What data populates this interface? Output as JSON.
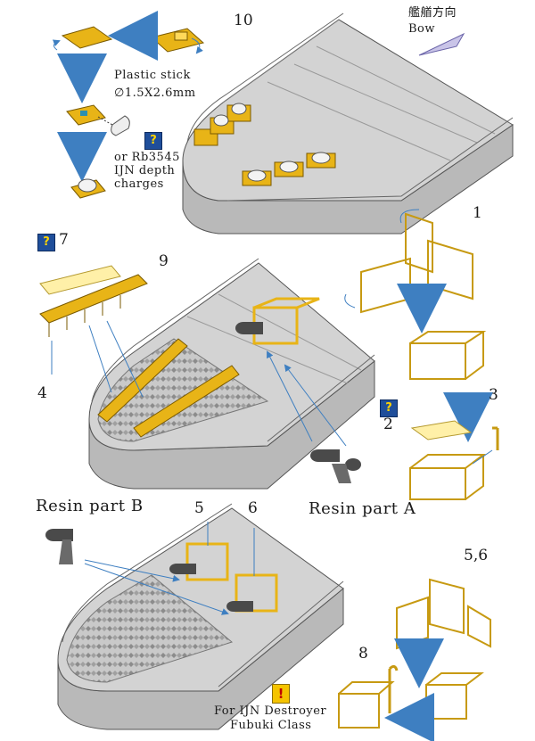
{
  "labels": {
    "n10": "10",
    "plastic_stick": "Plastic stick",
    "stick_dims": "∅1.5X2.6mm",
    "or_rb": "or Rb3545",
    "ijn_depth": "IJN depth",
    "charges": "charges",
    "bow_cn": "艦艏方向",
    "bow": "Bow",
    "n7": "7",
    "n9": "9",
    "n4": "4",
    "n1": "1",
    "n2": "2",
    "n3": "3",
    "resin_a": "Resin part A",
    "resin_b": "Resin part B",
    "n5": "5",
    "n6": "6",
    "n56": "5,6",
    "n8": "8",
    "for_ijn": "For IJN Destroyer",
    "fubuki": "Fubuki Class"
  },
  "icons": {
    "info": "info-flag-icon",
    "warning": "warning-exclamation-icon"
  },
  "colors": {
    "brass": "#e8b417",
    "hull": "#b9b9b9",
    "deck": "#d3d3d3",
    "arrow": "#7fb4e0",
    "resin": "#4a4a4a"
  }
}
